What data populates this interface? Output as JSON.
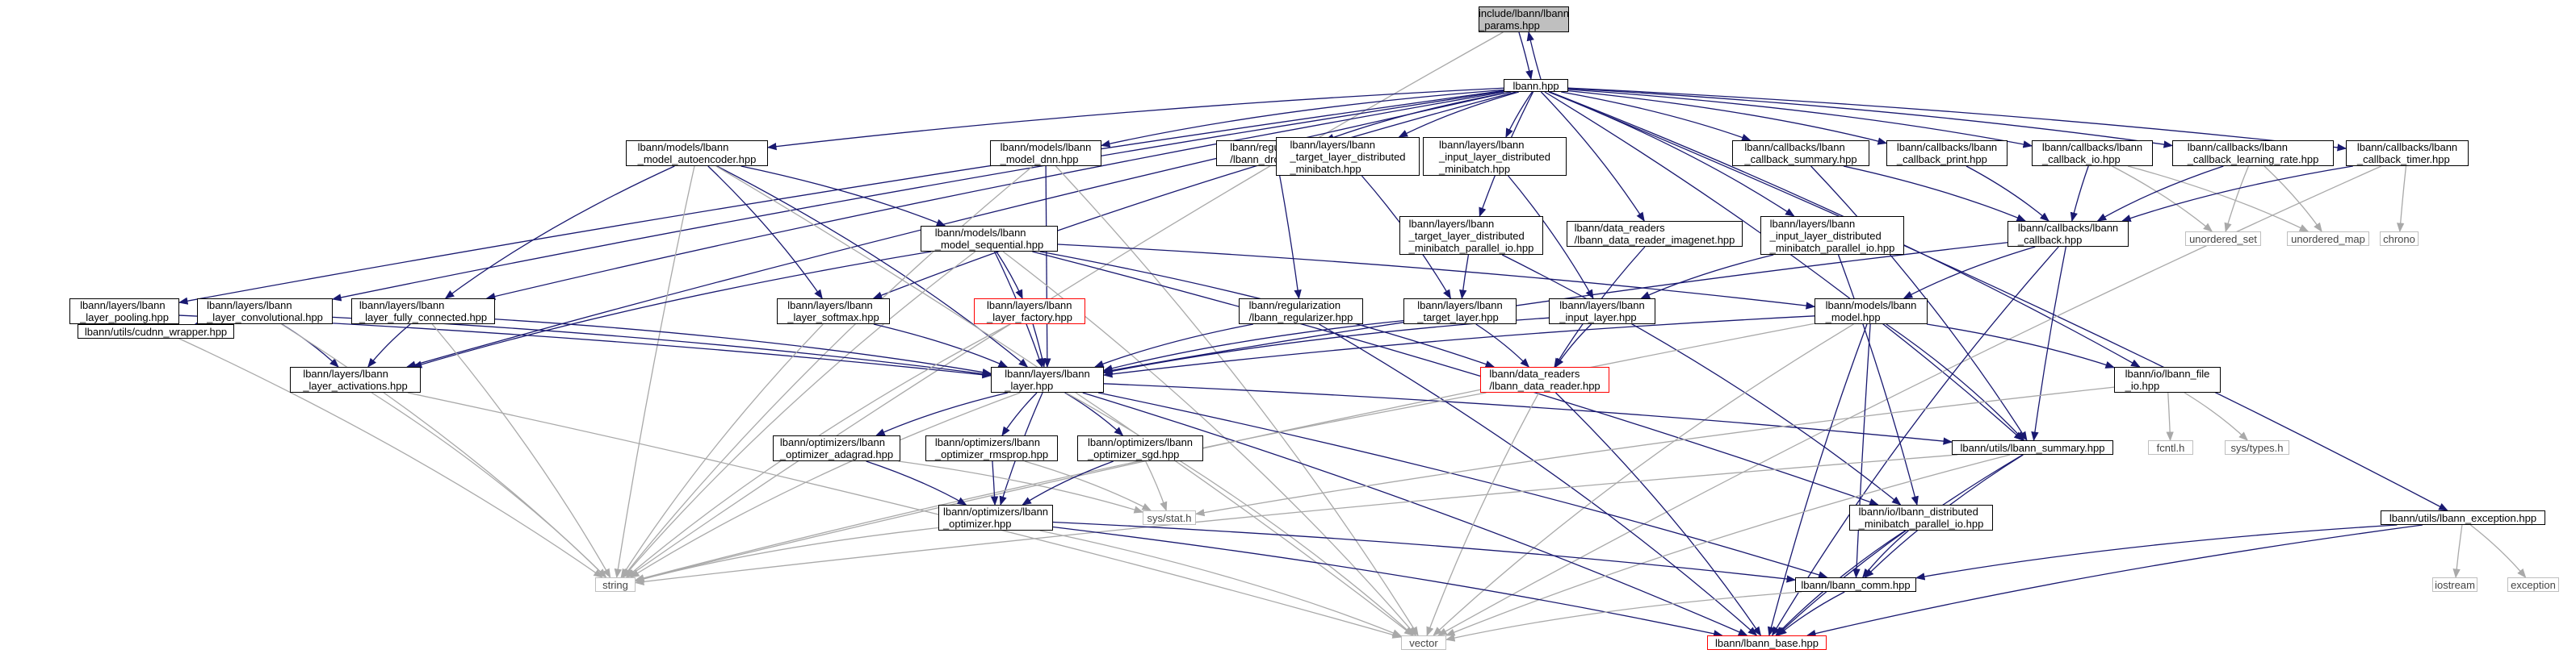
{
  "diagram": {
    "type": "include-dependency-graph",
    "colors": {
      "edge": "#191970",
      "std_edge": "#a9a9a9",
      "root_fill": "#bfbfbf",
      "red_border": "#ff0000",
      "std_border": "#bfbfbf"
    },
    "nodes": [
      {
        "id": "params",
        "label": "include/lbann/lbann\n_params.hpp",
        "style": "root"
      },
      {
        "id": "lbann",
        "label": "lbann.hpp",
        "style": "normal"
      },
      {
        "id": "autoencoder",
        "label": "lbann/models/lbann\n_model_autoencoder.hpp",
        "style": "normal"
      },
      {
        "id": "dnn",
        "label": "lbann/models/lbann\n_model_dnn.hpp",
        "style": "normal"
      },
      {
        "id": "dropout",
        "label": "lbann/regularization\n/lbann_dropout.hpp",
        "style": "normal"
      },
      {
        "id": "target_dist_mb",
        "label": "lbann/layers/lbann\n_target_layer_distributed\n_minibatch.hpp",
        "style": "normal"
      },
      {
        "id": "input_dist_mb",
        "label": "lbann/layers/lbann\n_input_layer_distributed\n_minibatch.hpp",
        "style": "normal"
      },
      {
        "id": "cb_summary",
        "label": "lbann/callbacks/lbann\n_callback_summary.hpp",
        "style": "normal"
      },
      {
        "id": "cb_print",
        "label": "lbann/callbacks/lbann\n_callback_print.hpp",
        "style": "normal"
      },
      {
        "id": "cb_io",
        "label": "lbann/callbacks/lbann\n_callback_io.hpp",
        "style": "normal"
      },
      {
        "id": "cb_lr",
        "label": "lbann/callbacks/lbann\n_callback_learning_rate.hpp",
        "style": "normal"
      },
      {
        "id": "cb_timer",
        "label": "lbann/callbacks/lbann\n_callback_timer.hpp",
        "style": "normal"
      },
      {
        "id": "sequential",
        "label": "lbann/models/lbann\n_model_sequential.hpp",
        "style": "normal"
      },
      {
        "id": "target_dist_mb_pio",
        "label": "lbann/layers/lbann\n_target_layer_distributed\n_minibatch_parallel_io.hpp",
        "style": "normal"
      },
      {
        "id": "imagenet",
        "label": "lbann/data_readers\n/lbann_data_reader_imagenet.hpp",
        "style": "normal"
      },
      {
        "id": "input_dist_mb_pio",
        "label": "lbann/layers/lbann\n_input_layer_distributed\n_minibatch_parallel_io.hpp",
        "style": "normal"
      },
      {
        "id": "callback",
        "label": "lbann/callbacks/lbann\n_callback.hpp",
        "style": "normal"
      },
      {
        "id": "unordered_set",
        "label": "unordered_set",
        "style": "std"
      },
      {
        "id": "unordered_map",
        "label": "unordered_map",
        "style": "std"
      },
      {
        "id": "chrono",
        "label": "chrono",
        "style": "std"
      },
      {
        "id": "pooling",
        "label": "lbann/layers/lbann\n_layer_pooling.hpp",
        "style": "normal"
      },
      {
        "id": "convolutional",
        "label": "lbann/layers/lbann\n_layer_convolutional.hpp",
        "style": "normal"
      },
      {
        "id": "fully_connected",
        "label": "lbann/layers/lbann\n_layer_fully_connected.hpp",
        "style": "normal"
      },
      {
        "id": "softmax",
        "label": "lbann/layers/lbann\n_layer_softmax.hpp",
        "style": "normal"
      },
      {
        "id": "layer_factory",
        "label": "lbann/layers/lbann\n_layer_factory.hpp",
        "style": "red"
      },
      {
        "id": "regularizer",
        "label": "lbann/regularization\n/lbann_regularizer.hpp",
        "style": "normal"
      },
      {
        "id": "target_layer",
        "label": "lbann/layers/lbann\n_target_layer.hpp",
        "style": "normal"
      },
      {
        "id": "input_layer",
        "label": "lbann/layers/lbann\n_input_layer.hpp",
        "style": "normal"
      },
      {
        "id": "model",
        "label": "lbann/models/lbann\n_model.hpp",
        "style": "normal"
      },
      {
        "id": "cudnn",
        "label": "lbann/utils/cudnn_wrapper.hpp",
        "style": "normal"
      },
      {
        "id": "activations",
        "label": "lbann/layers/lbann\n_layer_activations.hpp",
        "style": "normal"
      },
      {
        "id": "layer",
        "label": "lbann/layers/lbann\n_layer.hpp",
        "style": "normal"
      },
      {
        "id": "data_reader",
        "label": "lbann/data_readers\n/lbann_data_reader.hpp",
        "style": "red"
      },
      {
        "id": "file_io",
        "label": "lbann/io/lbann_file\n_io.hpp",
        "style": "normal"
      },
      {
        "id": "adagrad",
        "label": "lbann/optimizers/lbann\n_optimizer_adagrad.hpp",
        "style": "normal"
      },
      {
        "id": "rmsprop",
        "label": "lbann/optimizers/lbann\n_optimizer_rmsprop.hpp",
        "style": "normal"
      },
      {
        "id": "sgd",
        "label": "lbann/optimizers/lbann\n_optimizer_sgd.hpp",
        "style": "normal"
      },
      {
        "id": "utils_summary",
        "label": "lbann/utils/lbann_summary.hpp",
        "style": "normal"
      },
      {
        "id": "fcntl",
        "label": "fcntl.h",
        "style": "std"
      },
      {
        "id": "sys_types",
        "label": "sys/types.h",
        "style": "std"
      },
      {
        "id": "sys_stat",
        "label": "sys/stat.h",
        "style": "std"
      },
      {
        "id": "dist_mb_pio",
        "label": "lbann/io/lbann_distributed\n_minibatch_parallel_io.hpp",
        "style": "normal"
      },
      {
        "id": "exception",
        "label": "lbann/utils/lbann_exception.hpp",
        "style": "normal"
      },
      {
        "id": "optimizer",
        "label": "lbann/optimizers/lbann\n_optimizer.hpp",
        "style": "normal"
      },
      {
        "id": "string",
        "label": "string",
        "style": "std"
      },
      {
        "id": "comm",
        "label": "lbann/lbann_comm.hpp",
        "style": "normal"
      },
      {
        "id": "iostream",
        "label": "iostream",
        "style": "std"
      },
      {
        "id": "exception_std",
        "label": "exception",
        "style": "std"
      },
      {
        "id": "vector",
        "label": "vector",
        "style": "std"
      },
      {
        "id": "base",
        "label": "lbann/lbann_base.hpp",
        "style": "red"
      }
    ],
    "edges": [
      [
        "params",
        "lbann"
      ],
      [
        "lbann",
        "params"
      ],
      [
        "params",
        "string"
      ],
      [
        "lbann",
        "autoencoder"
      ],
      [
        "lbann",
        "dnn"
      ],
      [
        "lbann",
        "dropout"
      ],
      [
        "lbann",
        "target_dist_mb"
      ],
      [
        "lbann",
        "input_dist_mb"
      ],
      [
        "lbann",
        "cb_summary"
      ],
      [
        "lbann",
        "cb_print"
      ],
      [
        "lbann",
        "cb_io"
      ],
      [
        "lbann",
        "cb_lr"
      ],
      [
        "lbann",
        "cb_timer"
      ],
      [
        "lbann",
        "exception"
      ],
      [
        "lbann",
        "pooling"
      ],
      [
        "lbann",
        "convolutional"
      ],
      [
        "lbann",
        "fully_connected"
      ],
      [
        "lbann",
        "softmax"
      ],
      [
        "lbann",
        "activations"
      ],
      [
        "lbann",
        "imagenet"
      ],
      [
        "lbann",
        "target_dist_mb_pio"
      ],
      [
        "lbann",
        "input_dist_mb_pio"
      ],
      [
        "lbann",
        "file_io"
      ],
      [
        "lbann",
        "utils_summary"
      ],
      [
        "autoencoder",
        "sequential"
      ],
      [
        "autoencoder",
        "fully_connected"
      ],
      [
        "autoencoder",
        "softmax"
      ],
      [
        "autoencoder",
        "layer"
      ],
      [
        "autoencoder",
        "string"
      ],
      [
        "autoencoder",
        "vector"
      ],
      [
        "dnn",
        "layer"
      ],
      [
        "dnn",
        "string"
      ],
      [
        "dnn",
        "vector"
      ],
      [
        "dropout",
        "regularizer"
      ],
      [
        "target_dist_mb",
        "target_layer"
      ],
      [
        "input_dist_mb",
        "input_layer"
      ],
      [
        "cb_summary",
        "callback"
      ],
      [
        "cb_summary",
        "utils_summary"
      ],
      [
        "cb_print",
        "callback"
      ],
      [
        "cb_io",
        "callback"
      ],
      [
        "cb_io",
        "unordered_set"
      ],
      [
        "cb_io",
        "unordered_map"
      ],
      [
        "cb_lr",
        "callback"
      ],
      [
        "cb_lr",
        "unordered_set"
      ],
      [
        "cb_lr",
        "unordered_map"
      ],
      [
        "cb_timer",
        "callback"
      ],
      [
        "cb_timer",
        "chrono"
      ],
      [
        "cb_timer",
        "vector"
      ],
      [
        "sequential",
        "model"
      ],
      [
        "sequential",
        "layer_factory"
      ],
      [
        "sequential",
        "layer"
      ],
      [
        "sequential",
        "activations"
      ],
      [
        "sequential",
        "data_reader"
      ],
      [
        "sequential",
        "dist_mb_pio"
      ],
      [
        "sequential",
        "string"
      ],
      [
        "sequential",
        "vector"
      ],
      [
        "target_dist_mb_pio",
        "target_layer"
      ],
      [
        "target_dist_mb_pio",
        "dist_mb_pio"
      ],
      [
        "imagenet",
        "data_reader"
      ],
      [
        "input_dist_mb_pio",
        "input_layer"
      ],
      [
        "input_dist_mb_pio",
        "dist_mb_pio"
      ],
      [
        "callback",
        "model"
      ],
      [
        "callback",
        "layer"
      ],
      [
        "callback",
        "utils_summary"
      ],
      [
        "callback",
        "base"
      ],
      [
        "pooling",
        "layer"
      ],
      [
        "pooling",
        "cudnn"
      ],
      [
        "pooling",
        "string"
      ],
      [
        "convolutional",
        "layer"
      ],
      [
        "convolutional",
        "cudnn"
      ],
      [
        "convolutional",
        "activations"
      ],
      [
        "convolutional",
        "string"
      ],
      [
        "fully_connected",
        "layer"
      ],
      [
        "fully_connected",
        "activations"
      ],
      [
        "fully_connected",
        "string"
      ],
      [
        "softmax",
        "layer"
      ],
      [
        "softmax",
        "string"
      ],
      [
        "layer_factory",
        "layer"
      ],
      [
        "layer_factory",
        "string"
      ],
      [
        "regularizer",
        "layer"
      ],
      [
        "regularizer",
        "base"
      ],
      [
        "target_layer",
        "layer"
      ],
      [
        "target_layer",
        "data_reader"
      ],
      [
        "input_layer",
        "layer"
      ],
      [
        "input_layer",
        "data_reader"
      ],
      [
        "model",
        "layer"
      ],
      [
        "model",
        "file_io"
      ],
      [
        "model",
        "utils_summary"
      ],
      [
        "model",
        "comm"
      ],
      [
        "model",
        "base"
      ],
      [
        "model",
        "string"
      ],
      [
        "model",
        "vector"
      ],
      [
        "activations",
        "string"
      ],
      [
        "activations",
        "vector"
      ],
      [
        "layer",
        "adagrad"
      ],
      [
        "layer",
        "rmsprop"
      ],
      [
        "layer",
        "sgd"
      ],
      [
        "layer",
        "optimizer"
      ],
      [
        "layer",
        "utils_summary"
      ],
      [
        "layer",
        "comm"
      ],
      [
        "layer",
        "string"
      ],
      [
        "layer",
        "vector"
      ],
      [
        "layer",
        "base"
      ],
      [
        "data_reader",
        "base"
      ],
      [
        "data_reader",
        "string"
      ],
      [
        "data_reader",
        "vector"
      ],
      [
        "file_io",
        "fcntl"
      ],
      [
        "file_io",
        "sys_types"
      ],
      [
        "file_io",
        "sys_stat"
      ],
      [
        "adagrad",
        "optimizer"
      ],
      [
        "adagrad",
        "sys_stat"
      ],
      [
        "rmsprop",
        "optimizer"
      ],
      [
        "rmsprop",
        "sys_stat"
      ],
      [
        "sgd",
        "optimizer"
      ],
      [
        "sgd",
        "sys_stat"
      ],
      [
        "utils_summary",
        "comm"
      ],
      [
        "utils_summary",
        "string"
      ],
      [
        "utils_summary",
        "vector"
      ],
      [
        "utils_summary",
        "base"
      ],
      [
        "dist_mb_pio",
        "comm"
      ],
      [
        "dist_mb_pio",
        "base"
      ],
      [
        "exception",
        "comm"
      ],
      [
        "exception",
        "iostream"
      ],
      [
        "exception",
        "exception_std"
      ],
      [
        "exception",
        "base"
      ],
      [
        "optimizer",
        "comm"
      ],
      [
        "optimizer",
        "string"
      ],
      [
        "optimizer",
        "vector"
      ],
      [
        "optimizer",
        "base"
      ],
      [
        "comm",
        "base"
      ],
      [
        "comm",
        "vector"
      ]
    ]
  }
}
